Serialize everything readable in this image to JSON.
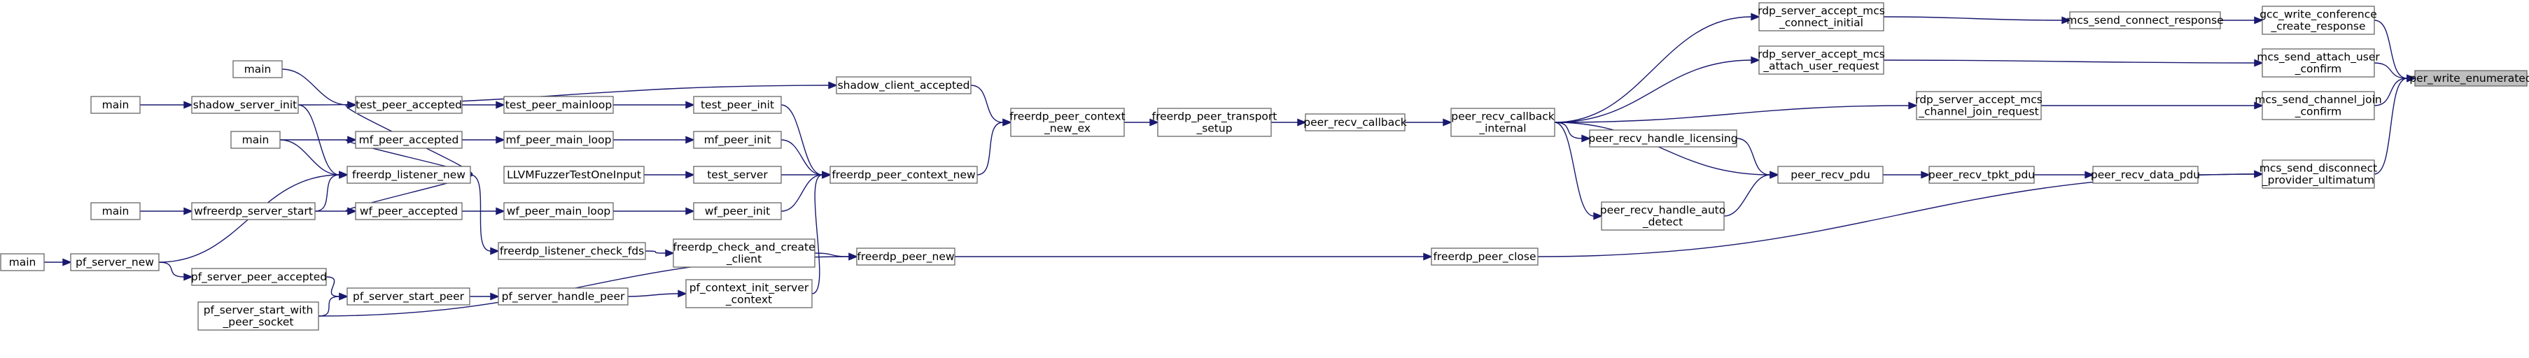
{
  "graph": {
    "nodes": [
      {
        "id": "per_write_enumerated",
        "lines": [
          "per_write_enumerated"
        ],
        "root": true
      },
      {
        "id": "gcc_write_conference_create_response",
        "lines": [
          "gcc_write_conference",
          "_create_response"
        ]
      },
      {
        "id": "mcs_send_attach_user_confirm",
        "lines": [
          "mcs_send_attach_user",
          "_confirm"
        ]
      },
      {
        "id": "mcs_send_channel_join_confirm",
        "lines": [
          "mcs_send_channel_join",
          "_confirm"
        ]
      },
      {
        "id": "mcs_send_disconnect_provider_ultimatum",
        "lines": [
          "mcs_send_disconnect",
          "_provider_ultimatum"
        ]
      },
      {
        "id": "mcs_send_connect_response",
        "lines": [
          "mcs_send_connect_response"
        ]
      },
      {
        "id": "rdp_server_accept_mcs_connect_initial",
        "lines": [
          "rdp_server_accept_mcs",
          "_connect_initial"
        ]
      },
      {
        "id": "rdp_server_accept_mcs_attach_user_request",
        "lines": [
          "rdp_server_accept_mcs",
          "_attach_user_request"
        ]
      },
      {
        "id": "rdp_server_accept_mcs_channel_join_request",
        "lines": [
          "rdp_server_accept_mcs",
          "_channel_join_request"
        ]
      },
      {
        "id": "peer_recv_data_pdu",
        "lines": [
          "peer_recv_data_pdu"
        ]
      },
      {
        "id": "peer_recv_tpkt_pdu",
        "lines": [
          "peer_recv_tpkt_pdu"
        ]
      },
      {
        "id": "peer_recv_pdu",
        "lines": [
          "peer_recv_pdu"
        ]
      },
      {
        "id": "peer_recv_handle_licensing",
        "lines": [
          "peer_recv_handle_licensing"
        ]
      },
      {
        "id": "peer_recv_handle_auto_detect",
        "lines": [
          "peer_recv_handle_auto",
          "_detect"
        ]
      },
      {
        "id": "peer_recv_callback_internal",
        "lines": [
          "peer_recv_callback",
          "_internal"
        ]
      },
      {
        "id": "peer_recv_callback",
        "lines": [
          "peer_recv_callback"
        ]
      },
      {
        "id": "freerdp_peer_transport_setup",
        "lines": [
          "freerdp_peer_transport",
          "_setup"
        ]
      },
      {
        "id": "freerdp_peer_context_new_ex",
        "lines": [
          "freerdp_peer_context",
          "_new_ex"
        ]
      },
      {
        "id": "freerdp_peer_close",
        "lines": [
          "freerdp_peer_close"
        ]
      },
      {
        "id": "shadow_client_accepted",
        "lines": [
          "shadow_client_accepted"
        ]
      },
      {
        "id": "freerdp_peer_context_new",
        "lines": [
          "freerdp_peer_context_new"
        ]
      },
      {
        "id": "test_peer_init",
        "lines": [
          "test_peer_init"
        ]
      },
      {
        "id": "mf_peer_init",
        "lines": [
          "mf_peer_init"
        ]
      },
      {
        "id": "test_server",
        "lines": [
          "test_server"
        ]
      },
      {
        "id": "wf_peer_init",
        "lines": [
          "wf_peer_init"
        ]
      },
      {
        "id": "LLVMFuzzerTestOneInput",
        "lines": [
          "LLVMFuzzerTestOneInput"
        ]
      },
      {
        "id": "test_peer_mainloop",
        "lines": [
          "test_peer_mainloop"
        ]
      },
      {
        "id": "mf_peer_main_loop",
        "lines": [
          "mf_peer_main_loop"
        ]
      },
      {
        "id": "wf_peer_main_loop",
        "lines": [
          "wf_peer_main_loop"
        ]
      },
      {
        "id": "test_peer_accepted",
        "lines": [
          "test_peer_accepted"
        ]
      },
      {
        "id": "mf_peer_accepted",
        "lines": [
          "mf_peer_accepted"
        ]
      },
      {
        "id": "wf_peer_accepted",
        "lines": [
          "wf_peer_accepted"
        ]
      },
      {
        "id": "freerdp_listener_new",
        "lines": [
          "freerdp_listener_new"
        ]
      },
      {
        "id": "freerdp_listener_check_fds",
        "lines": [
          "freerdp_listener_check_fds"
        ]
      },
      {
        "id": "freerdp_check_and_create_client",
        "lines": [
          "freerdp_check_and_create",
          "_client"
        ]
      },
      {
        "id": "freerdp_peer_new",
        "lines": [
          "freerdp_peer_new"
        ]
      },
      {
        "id": "pf_context_init_server_context",
        "lines": [
          "pf_context_init_server",
          "_context"
        ]
      },
      {
        "id": "pf_server_handle_peer",
        "lines": [
          "pf_server_handle_peer"
        ]
      },
      {
        "id": "pf_server_start_peer",
        "lines": [
          "pf_server_start_peer"
        ]
      },
      {
        "id": "pf_server_peer_accepted",
        "lines": [
          "pf_server_peer_accepted"
        ]
      },
      {
        "id": "pf_server_start_with_peer_socket",
        "lines": [
          "pf_server_start_with",
          "_peer_socket"
        ]
      },
      {
        "id": "pf_server_new",
        "lines": [
          "pf_server_new"
        ]
      },
      {
        "id": "main_top",
        "lines": [
          "main"
        ]
      },
      {
        "id": "main_shadow",
        "lines": [
          "main"
        ]
      },
      {
        "id": "shadow_server_init",
        "lines": [
          "shadow_server_init"
        ]
      },
      {
        "id": "main_mf",
        "lines": [
          "main"
        ]
      },
      {
        "id": "main_wf",
        "lines": [
          "main"
        ]
      },
      {
        "id": "wfreerdp_server_start",
        "lines": [
          "wfreerdp_server_start"
        ]
      },
      {
        "id": "main_pf",
        "lines": [
          "main"
        ]
      }
    ],
    "edges": [
      [
        "gcc_write_conference_create_response",
        "per_write_enumerated"
      ],
      [
        "mcs_send_attach_user_confirm",
        "per_write_enumerated"
      ],
      [
        "mcs_send_channel_join_confirm",
        "per_write_enumerated"
      ],
      [
        "mcs_send_disconnect_provider_ultimatum",
        "per_write_enumerated"
      ],
      [
        "mcs_send_connect_response",
        "gcc_write_conference_create_response"
      ],
      [
        "rdp_server_accept_mcs_connect_initial",
        "mcs_send_connect_response"
      ],
      [
        "rdp_server_accept_mcs_attach_user_request",
        "mcs_send_attach_user_confirm"
      ],
      [
        "rdp_server_accept_mcs_channel_join_request",
        "mcs_send_channel_join_confirm"
      ],
      [
        "peer_recv_data_pdu",
        "mcs_send_disconnect_provider_ultimatum"
      ],
      [
        "freerdp_peer_close",
        "mcs_send_disconnect_provider_ultimatum"
      ],
      [
        "peer_recv_tpkt_pdu",
        "peer_recv_data_pdu"
      ],
      [
        "peer_recv_pdu",
        "peer_recv_tpkt_pdu"
      ],
      [
        "peer_recv_callback_internal",
        "rdp_server_accept_mcs_connect_initial"
      ],
      [
        "peer_recv_callback_internal",
        "rdp_server_accept_mcs_attach_user_request"
      ],
      [
        "peer_recv_callback_internal",
        "rdp_server_accept_mcs_channel_join_request"
      ],
      [
        "peer_recv_callback_internal",
        "peer_recv_handle_licensing"
      ],
      [
        "peer_recv_callback_internal",
        "peer_recv_handle_auto_detect"
      ],
      [
        "peer_recv_callback_internal",
        "peer_recv_pdu"
      ],
      [
        "peer_recv_handle_licensing",
        "peer_recv_pdu"
      ],
      [
        "peer_recv_handle_auto_detect",
        "peer_recv_pdu"
      ],
      [
        "peer_recv_callback",
        "peer_recv_callback_internal"
      ],
      [
        "freerdp_peer_transport_setup",
        "peer_recv_callback"
      ],
      [
        "freerdp_peer_context_new_ex",
        "freerdp_peer_transport_setup"
      ],
      [
        "shadow_client_accepted",
        "freerdp_peer_context_new_ex"
      ],
      [
        "freerdp_peer_context_new",
        "freerdp_peer_context_new_ex"
      ],
      [
        "test_peer_init",
        "freerdp_peer_context_new"
      ],
      [
        "mf_peer_init",
        "freerdp_peer_context_new"
      ],
      [
        "test_server",
        "freerdp_peer_context_new"
      ],
      [
        "wf_peer_init",
        "freerdp_peer_context_new"
      ],
      [
        "pf_context_init_server_context",
        "freerdp_peer_context_new"
      ],
      [
        "LLVMFuzzerTestOneInput",
        "test_server"
      ],
      [
        "test_peer_mainloop",
        "test_peer_init"
      ],
      [
        "mf_peer_main_loop",
        "mf_peer_init"
      ],
      [
        "wf_peer_main_loop",
        "wf_peer_init"
      ],
      [
        "test_peer_accepted",
        "test_peer_mainloop"
      ],
      [
        "mf_peer_accepted",
        "mf_peer_main_loop"
      ],
      [
        "wf_peer_accepted",
        "wf_peer_main_loop"
      ],
      [
        "freerdp_listener_new",
        "test_peer_accepted"
      ],
      [
        "freerdp_listener_new",
        "mf_peer_accepted"
      ],
      [
        "freerdp_listener_new",
        "wf_peer_accepted"
      ],
      [
        "freerdp_listener_new",
        "freerdp_listener_check_fds"
      ],
      [
        "freerdp_listener_check_fds",
        "freerdp_check_and_create_client"
      ],
      [
        "freerdp_check_and_create_client",
        "freerdp_peer_new"
      ],
      [
        "freerdp_peer_new",
        "freerdp_peer_close"
      ],
      [
        "pf_server_handle_peer",
        "pf_context_init_server_context"
      ],
      [
        "pf_server_start_peer",
        "pf_server_handle_peer"
      ],
      [
        "pf_server_peer_accepted",
        "pf_server_start_peer"
      ],
      [
        "pf_server_start_with_peer_socket",
        "pf_server_start_peer"
      ],
      [
        "pf_server_start_with_peer_socket",
        "freerdp_peer_new"
      ],
      [
        "pf_server_new",
        "freerdp_listener_new"
      ],
      [
        "pf_server_new",
        "pf_server_peer_accepted"
      ],
      [
        "main_top",
        "test_peer_accepted"
      ],
      [
        "main_shadow",
        "shadow_server_init"
      ],
      [
        "shadow_server_init",
        "shadow_client_accepted"
      ],
      [
        "shadow_server_init",
        "freerdp_listener_new"
      ],
      [
        "main_mf",
        "mf_peer_accepted"
      ],
      [
        "main_mf",
        "freerdp_listener_new"
      ],
      [
        "main_wf",
        "wfreerdp_server_start"
      ],
      [
        "wfreerdp_server_start",
        "wf_peer_accepted"
      ],
      [
        "wfreerdp_server_start",
        "freerdp_listener_new"
      ],
      [
        "main_pf",
        "pf_server_new"
      ]
    ]
  }
}
